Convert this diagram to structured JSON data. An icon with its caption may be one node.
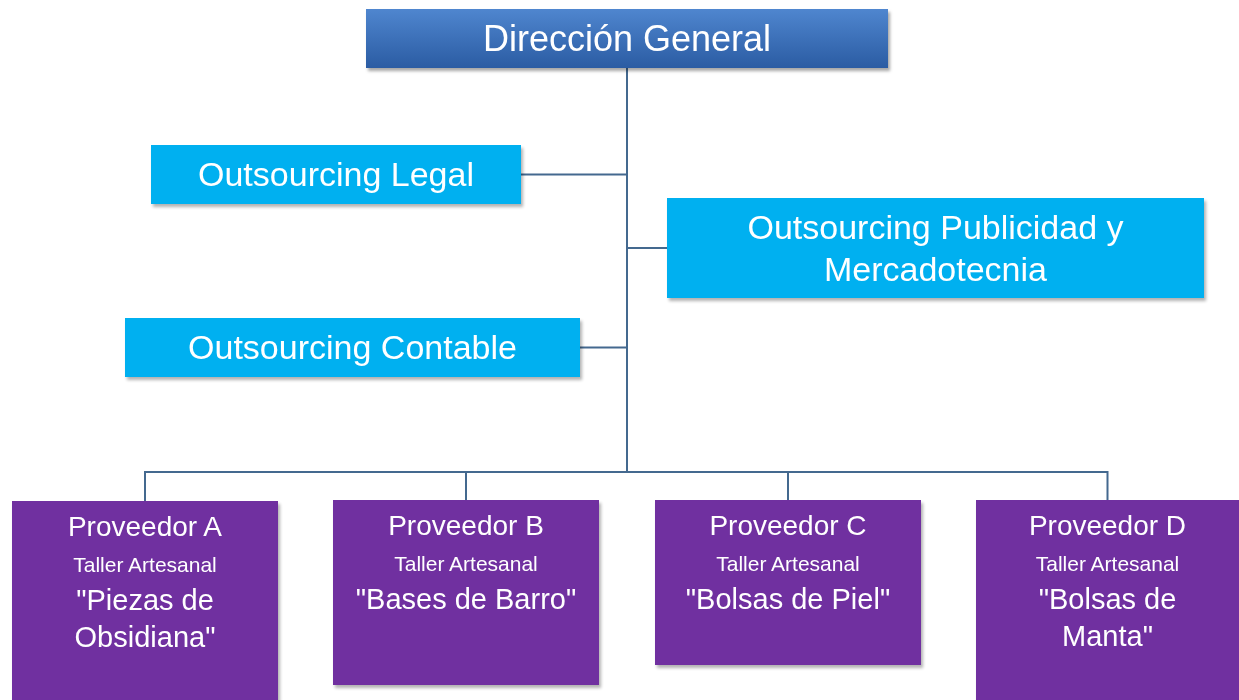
{
  "diagram": {
    "nodes": [
      {
        "text": [
          "Dirección General"
        ]
      },
      {
        "text": [
          "Outsourcing Legal"
        ]
      },
      {
        "text": [
          "Outsourcing Publicidad y Mercadotecnia"
        ]
      },
      {
        "text": [
          "Outsourcing Contable"
        ]
      },
      {
        "text": [
          "Proveedor A",
          "Taller Artesanal",
          "\"Piezas de Obsidiana\""
        ]
      },
      {
        "text": [
          "Proveedor B",
          "Taller Artesanal",
          "\"Bases de Barro\""
        ]
      },
      {
        "text": [
          "Proveedor C",
          "Taller Artesanal",
          "\"Bolsas de Piel\""
        ]
      },
      {
        "text": [
          "Proveedor D",
          "Taller Artesanal",
          "\"Bolsas de Manta\""
        ]
      }
    ],
    "edges": [
      {
        "from": 0,
        "to": 1,
        "arrow": "none"
      },
      {
        "from": 0,
        "to": 2,
        "arrow": "none"
      },
      {
        "from": 0,
        "to": 3,
        "arrow": "none"
      },
      {
        "from": 0,
        "to": 4,
        "arrow": "none"
      },
      {
        "from": 0,
        "to": 5,
        "arrow": "none"
      },
      {
        "from": 0,
        "to": 6,
        "arrow": "none"
      },
      {
        "from": 0,
        "to": 7,
        "arrow": "none"
      }
    ]
  }
}
